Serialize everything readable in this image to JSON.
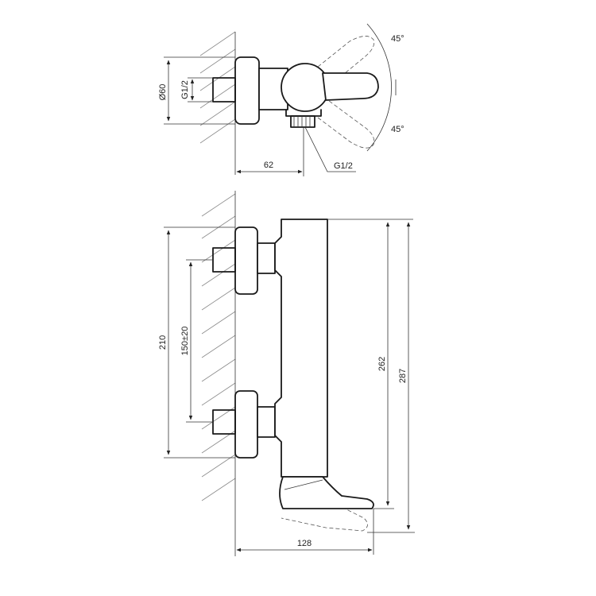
{
  "dimensions": {
    "top_diameter": "Ø60",
    "top_thread_inlet": "G1/2",
    "top_depth": "62",
    "outlet_thread": "G1/2",
    "angle_upper": "45°",
    "angle_lower": "45°",
    "front_inlet_span": "210",
    "front_inlet_spacing": "150±20",
    "front_body_height": "262",
    "front_total_height": "287",
    "front_projection": "128"
  },
  "colors": {
    "line": "#1a1a1a",
    "hatch": "#8a8a8a",
    "background": "#ffffff"
  }
}
